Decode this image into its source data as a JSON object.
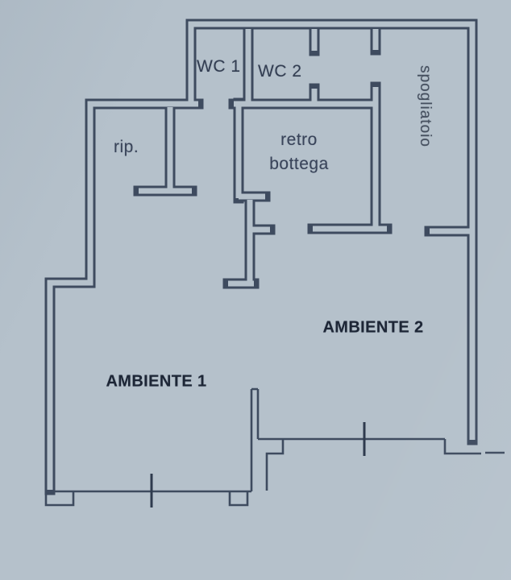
{
  "document": {
    "type": "floor-plan",
    "language": "Italian"
  },
  "colors": {
    "background": "#b5c1cb",
    "wall_line": "#3e4b5f",
    "tick_line": "#2f3b4e",
    "label_text": "#333e52",
    "bold_label_text": "#1d2636"
  },
  "rooms": {
    "wc1": {
      "label": "WC 1"
    },
    "wc2": {
      "label": "WC 2"
    },
    "spogliatoio": {
      "label": "spogliatoio"
    },
    "retro": {
      "line1": "retro",
      "line2": "bottega"
    },
    "rip": {
      "label": "rip."
    },
    "ambiente1": {
      "label": "AMBIENTE 1"
    },
    "ambiente2": {
      "label": "AMBIENTE 2"
    }
  }
}
